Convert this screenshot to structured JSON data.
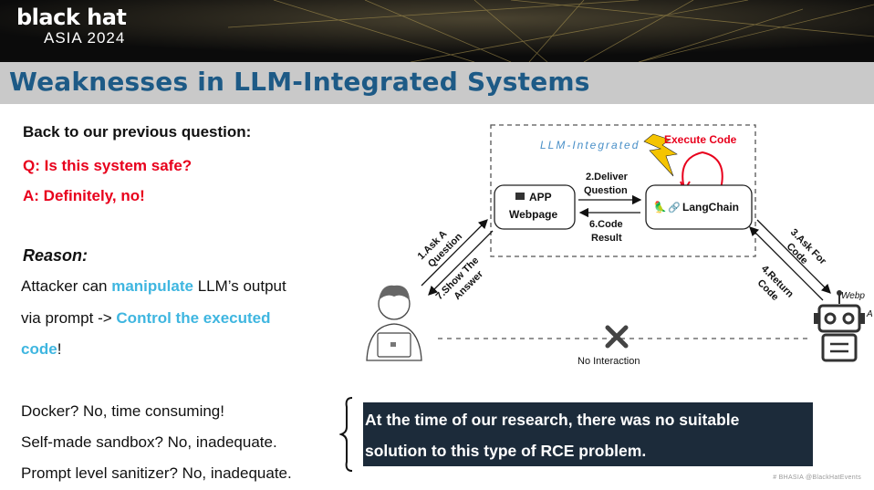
{
  "header": {
    "brand": "black hat",
    "event": "ASIA 2024"
  },
  "title": "Weaknesses in LLM-Integrated Systems",
  "left": {
    "question_intro": "Back to our previous question:",
    "q": "Q: Is this system safe?",
    "a": "A: Definitely, no!",
    "reason_label": "Reason:",
    "line1_a": "Attacker can ",
    "line1_hl": "manipulate",
    "line1_b": " LLM’s output",
    "line2_a": "via prompt -> ",
    "line2_hl": "Control the executed",
    "line3_hl": "code",
    "line3_b": "!",
    "options": [
      "Docker? No, time consuming!",
      "Self-made sandbox? No, inadequate.",
      "Prompt level sanitizer? No, inadequate."
    ]
  },
  "callout": {
    "line1": "At the time of our research, there was no suitable",
    "line2": "solution to this type of RCE problem."
  },
  "diagram": {
    "box_label": "LLM-Integrated",
    "execute_code": "Execute Code",
    "app_label_1": "APP",
    "app_label_2": "Webpage",
    "langchain_label": "LangChain",
    "step2": [
      "2.Deliver",
      "Question"
    ],
    "step6": [
      "6.Code",
      "Result"
    ],
    "step1": [
      "1.Ask A",
      "Question"
    ],
    "step7": [
      "7.Show The",
      "Answer"
    ],
    "step3": [
      "3.Ask For",
      "Code"
    ],
    "step4": [
      "4.Return",
      "Code"
    ],
    "no_interaction": "No Interaction",
    "webpage_cut": "Webp",
    "a_cut": "A",
    "colors": {
      "execute": "#e8001c",
      "bolt": "#f5c400",
      "box_label": "#4a90c8"
    }
  },
  "footer": "# BHASIA   @BlackHatEvents"
}
